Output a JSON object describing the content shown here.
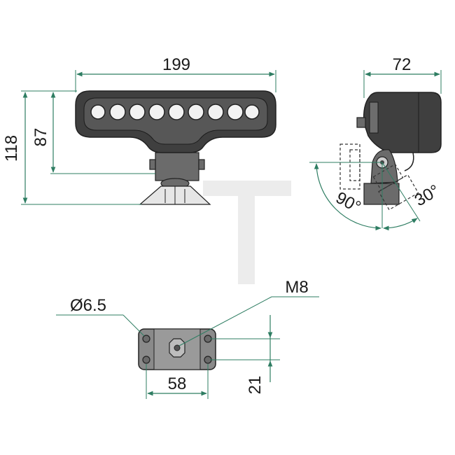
{
  "dimensions": {
    "width_front": "199",
    "height_total": "118",
    "height_lamp": "87",
    "depth_side": "72",
    "tilt_rear": "90°",
    "tilt_front": "30°",
    "hole_diameter": "Ø6.5",
    "thread": "M8",
    "base_width": "58",
    "base_depth": "21"
  },
  "watermark": "T",
  "colors": {
    "dimension_line": "#2e7d62",
    "lamp_body": "#3f3f3f",
    "bracket": "#6b6b6b"
  }
}
